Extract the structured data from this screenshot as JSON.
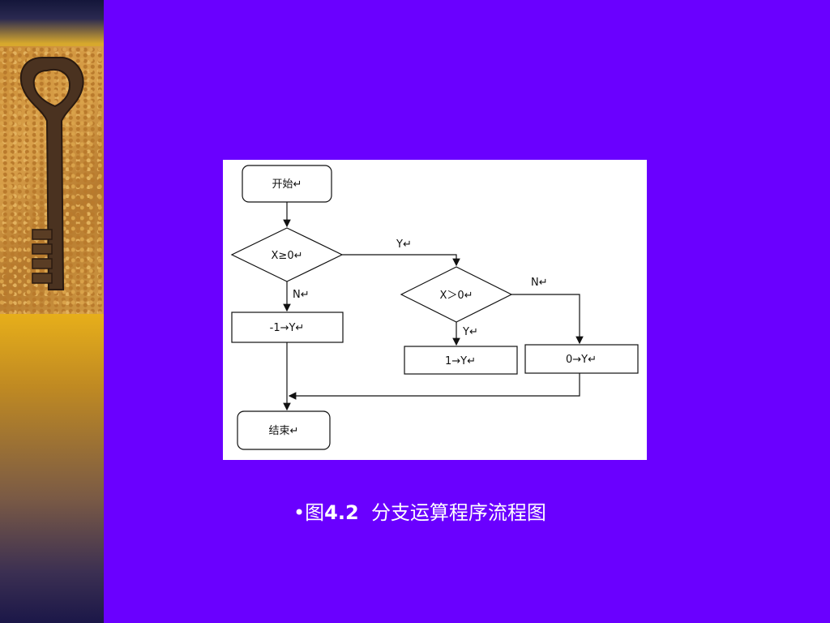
{
  "slide": {
    "background": "#6a00ff",
    "sidebar_image": "key-icon"
  },
  "flowchart": {
    "start": "开始↵",
    "cond1": "X≥0↵",
    "neg_assign": "-1→Y↵",
    "cond2": "X＞0↵",
    "pos_assign": "1→Y↵",
    "zero_assign": "0→Y↵",
    "end": "结束↵",
    "label_y_cond1": "Y↵",
    "label_n_cond1": "N↵",
    "label_y_cond2": "Y↵",
    "label_n_cond2": "N↵"
  },
  "caption": {
    "bullet": "•",
    "prefix": "图",
    "number": "4.2",
    "title": "分支运算程序流程图"
  }
}
